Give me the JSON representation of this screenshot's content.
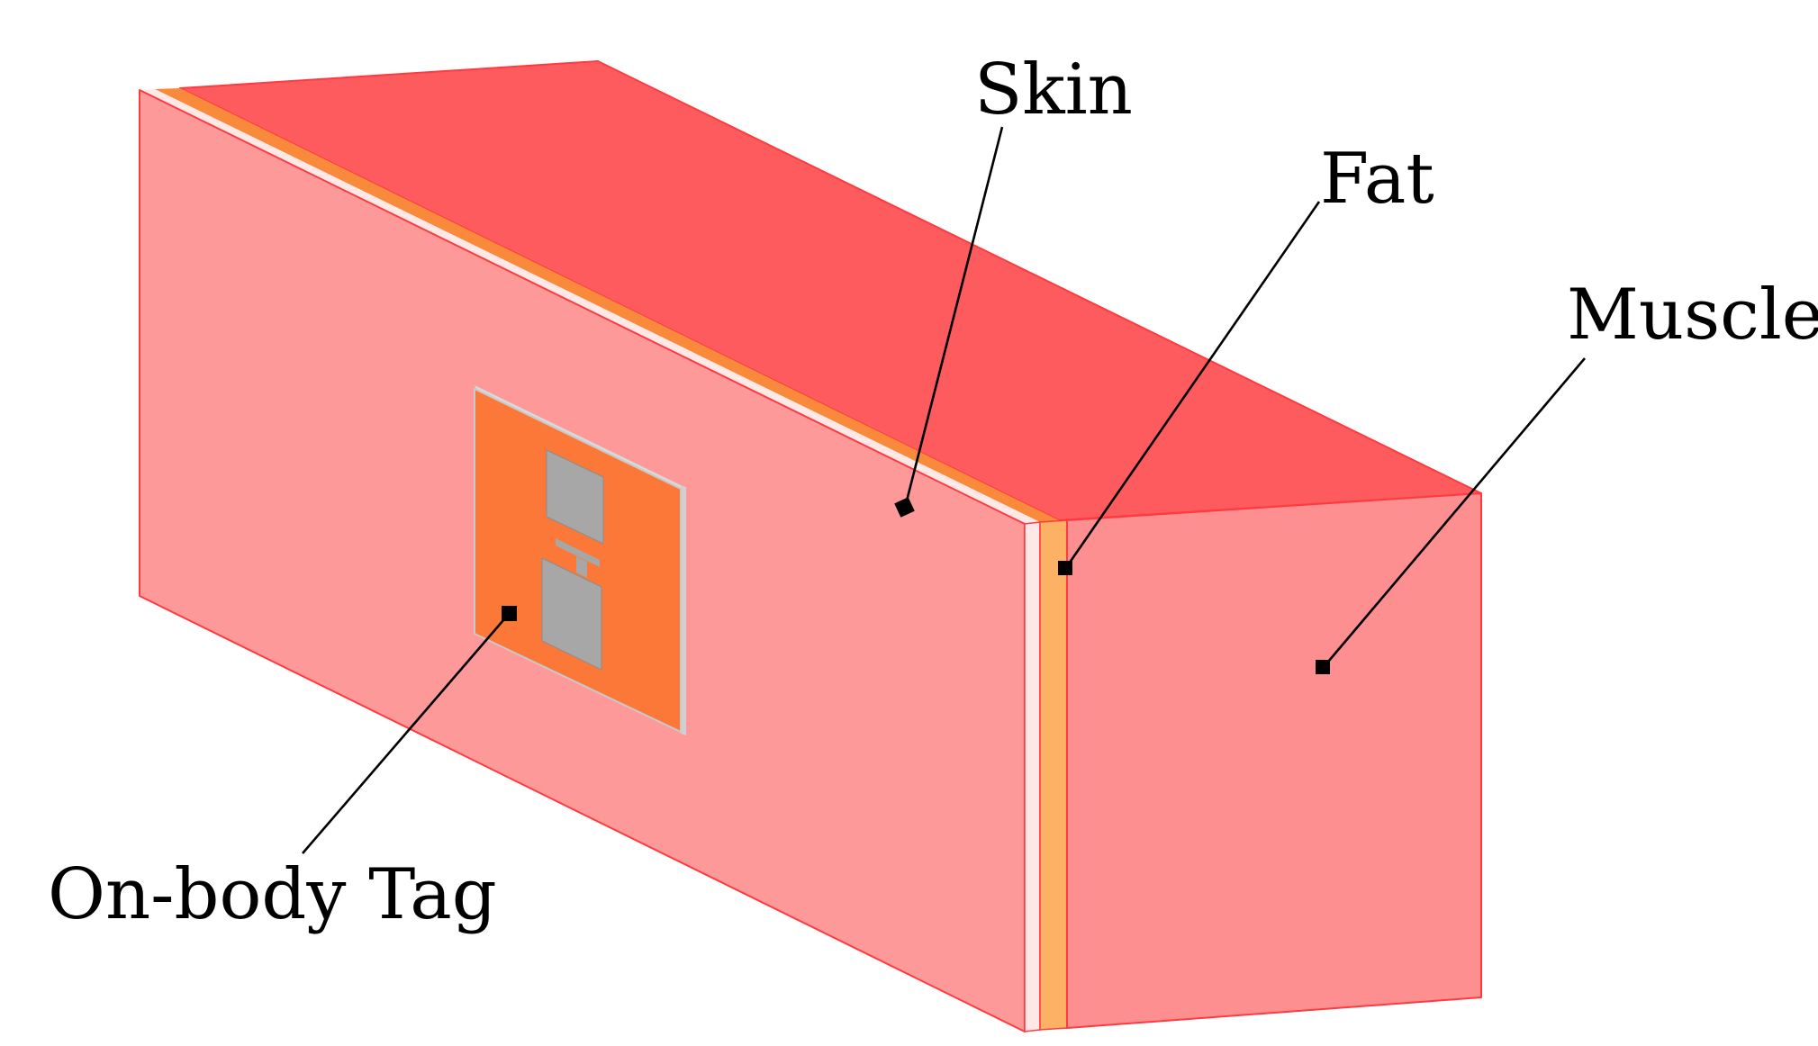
{
  "labels": {
    "skin": "Skin",
    "fat": "Fat",
    "muscle": "Muscle",
    "tag": "On-body Tag"
  },
  "colors": {
    "muscle_top": "#fe5b5e",
    "muscle_front": "#fe999a",
    "muscle_end": "#fe8f90",
    "fat_layer": "#fdb165",
    "fat_top_strip": "#f98a3c",
    "skin_layer": "#ffe8e6",
    "tag_substrate": "#fc7838",
    "tag_metal": "#a7a7a7",
    "outline": "#fe3b40",
    "leader": "#000000"
  }
}
